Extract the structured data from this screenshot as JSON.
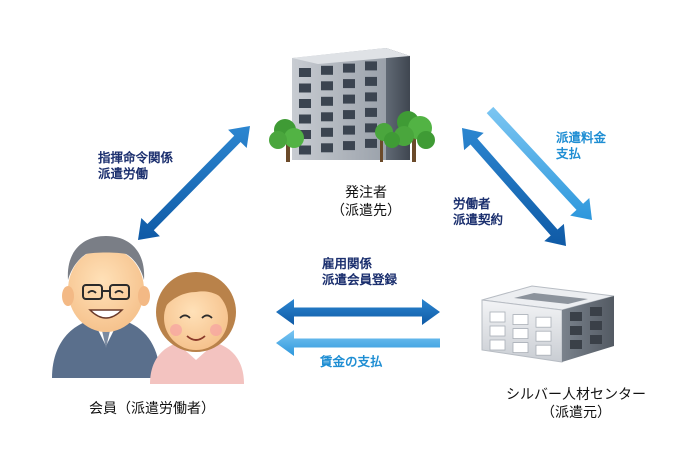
{
  "nodes": {
    "client": {
      "line1": "発注者",
      "line2": "（派遣先）"
    },
    "member": {
      "line1": "会員（派遣労働者）"
    },
    "center": {
      "line1": "シルバー人材センター",
      "line2": "（派遣元）"
    }
  },
  "edges": {
    "command": {
      "line1": "指揮命令関係",
      "line2": "派遣労働"
    },
    "fee": {
      "line1": "派遣料金",
      "line2": "支払"
    },
    "contract": {
      "line1": "労働者",
      "line2": "派遣契約"
    },
    "employment": {
      "line1": "雇用関係",
      "line2": "派遣会員登録"
    },
    "wage": {
      "line1": "賃金の支払"
    }
  },
  "colors": {
    "arrow_dark": "#1565b0",
    "arrow_light": "#49a9e6",
    "label_dark": "#1b2f6e",
    "label_blue": "#1f8ed3"
  },
  "icons": [
    "office-building-icon",
    "two-seniors-icon",
    "silver-center-building-icon"
  ]
}
